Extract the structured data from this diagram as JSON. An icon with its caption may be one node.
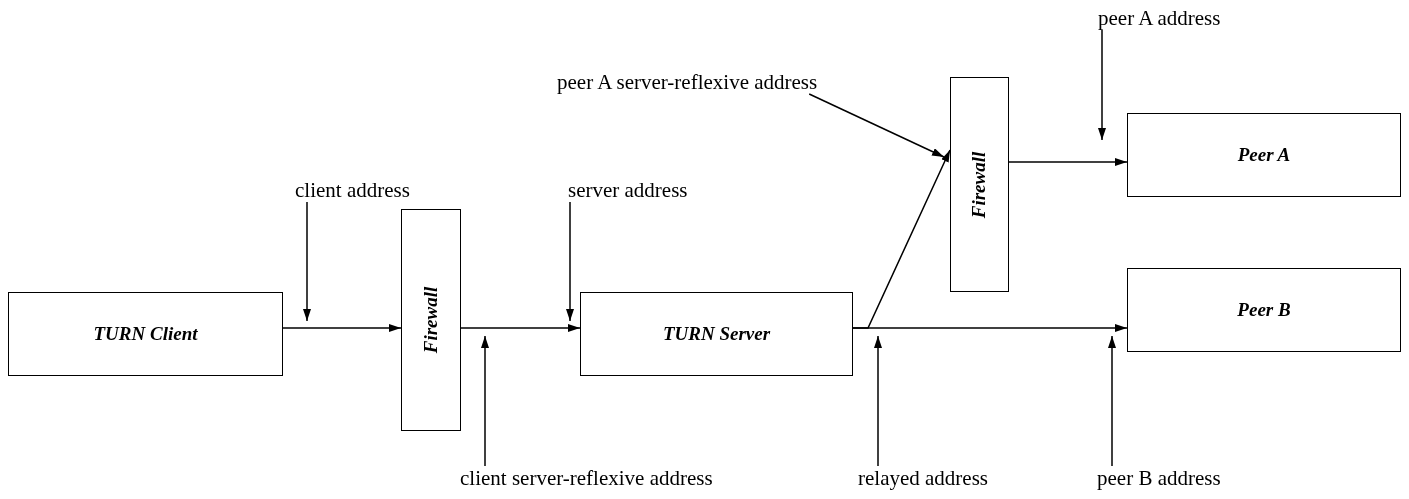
{
  "diagram": {
    "nodes": [
      {
        "text": [
          "TURN Client"
        ]
      },
      {
        "text": [
          "Firewall"
        ]
      },
      {
        "text": [
          "TURN Server"
        ]
      },
      {
        "text": [
          "Firewall"
        ]
      },
      {
        "text": [
          "Peer A"
        ]
      },
      {
        "text": [
          "Peer B"
        ]
      },
      {
        "text": [
          "client address"
        ]
      },
      {
        "text": [
          "server address"
        ]
      },
      {
        "text": [
          "peer A server-reflexive address"
        ]
      },
      {
        "text": [
          "peer A address"
        ]
      },
      {
        "text": [
          "client server-reflexive address"
        ]
      },
      {
        "text": [
          "relayed address"
        ]
      },
      {
        "text": [
          "peer B address"
        ]
      }
    ],
    "edges": [
      {
        "from": 0,
        "to": 1,
        "arrow": "to"
      },
      {
        "from": 1,
        "to": 2,
        "arrow": "to"
      },
      {
        "from": 2,
        "to": 3,
        "arrow": "to"
      },
      {
        "from": 2,
        "to": 5,
        "arrow": "to"
      },
      {
        "from": 3,
        "to": 4,
        "arrow": "to"
      },
      {
        "from": 6,
        "to": 0,
        "arrow": "to"
      },
      {
        "from": 7,
        "to": 2,
        "arrow": "to"
      },
      {
        "from": 8,
        "to": 3,
        "arrow": "to"
      },
      {
        "from": 9,
        "to": 4,
        "arrow": "to"
      },
      {
        "from": 10,
        "to": 1,
        "arrow": "to"
      },
      {
        "from": 11,
        "to": 2,
        "arrow": "to"
      },
      {
        "from": 12,
        "to": 5,
        "arrow": "to"
      }
    ]
  }
}
